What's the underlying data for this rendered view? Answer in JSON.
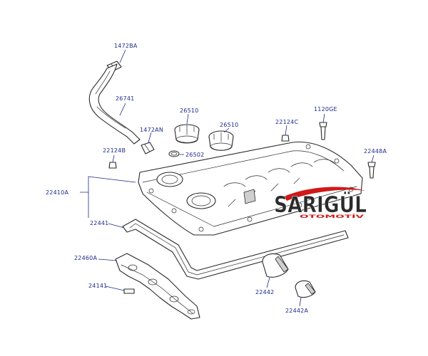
{
  "colors": {
    "label": "#1c2a8c",
    "line": "#2a2a2a",
    "brand_red": "#d01818",
    "brand_dark": "#2b2b2b"
  },
  "labels": {
    "l1472BA": "1472BA",
    "l26741": "26741",
    "l1472AN": "1472AN",
    "l22124B": "22124B",
    "l26510a": "26510",
    "l26510b": "26510",
    "l26502": "26502",
    "l22124C": "22124C",
    "l1120GE": "1120GE",
    "l22448A": "22448A",
    "l22410A": "22410A",
    "l22441": "22441",
    "l22460A": "22460A",
    "l24141": "24141",
    "l22442": "22442",
    "l22442A": "22442A"
  },
  "watermark": {
    "name": "SARIGÜL",
    "tagline": "OTOMOTİV"
  }
}
